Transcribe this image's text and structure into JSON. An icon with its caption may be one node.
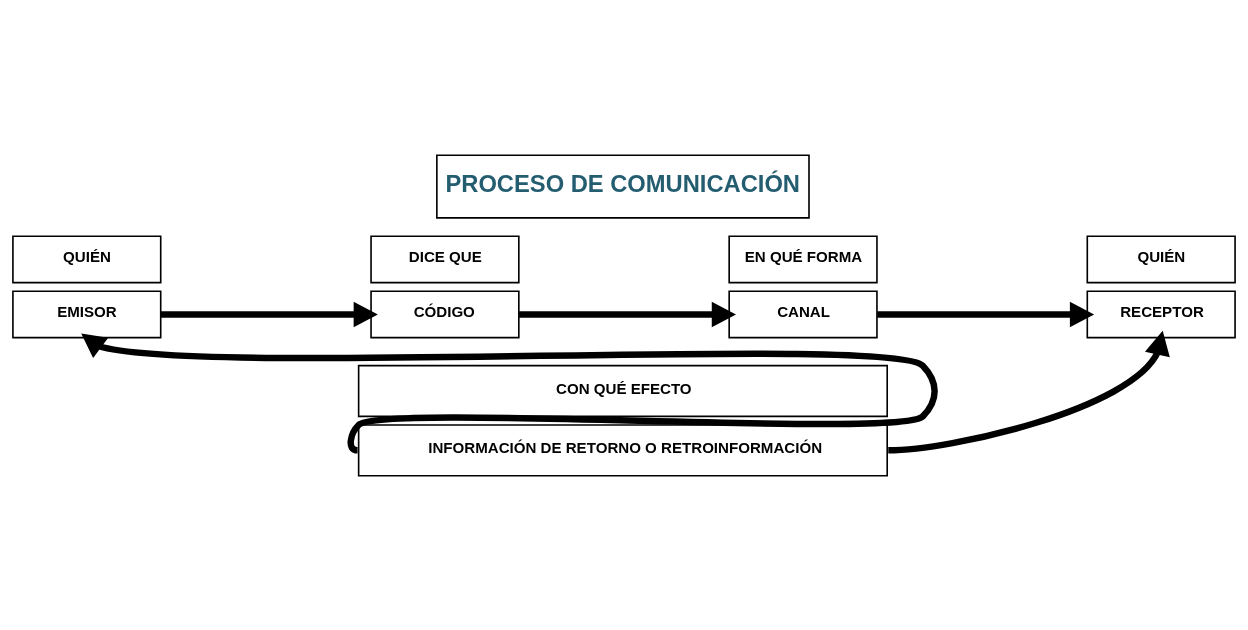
{
  "diagram": {
    "nodes": [
      {
        "text": [
          "PROCESO DE COMUNICACIÓN"
        ]
      },
      {
        "text": [
          "QUIÉN"
        ]
      },
      {
        "text": [
          "EMISOR"
        ]
      },
      {
        "text": [
          "DICE QUE"
        ]
      },
      {
        "text": [
          "CÓDIGO"
        ]
      },
      {
        "text": [
          "EN QUÉ FORMA"
        ]
      },
      {
        "text": [
          "CANAL"
        ]
      },
      {
        "text": [
          "QUIÉN"
        ]
      },
      {
        "text": [
          "RECEPTOR"
        ]
      },
      {
        "text": [
          "CON QUÉ EFECTO"
        ]
      },
      {
        "text": [
          "INFORMACIÓN DE RETORNO O RETROINFORMACIÓN"
        ]
      }
    ],
    "edges": [
      {
        "from": 2,
        "to": 4,
        "arrow": "to"
      },
      {
        "from": 4,
        "to": 6,
        "arrow": "to"
      },
      {
        "from": 6,
        "to": 8,
        "arrow": "to"
      },
      {
        "from": 10,
        "to": 2,
        "arrow": "to"
      },
      {
        "from": 10,
        "to": 8,
        "arrow": "to"
      }
    ]
  }
}
